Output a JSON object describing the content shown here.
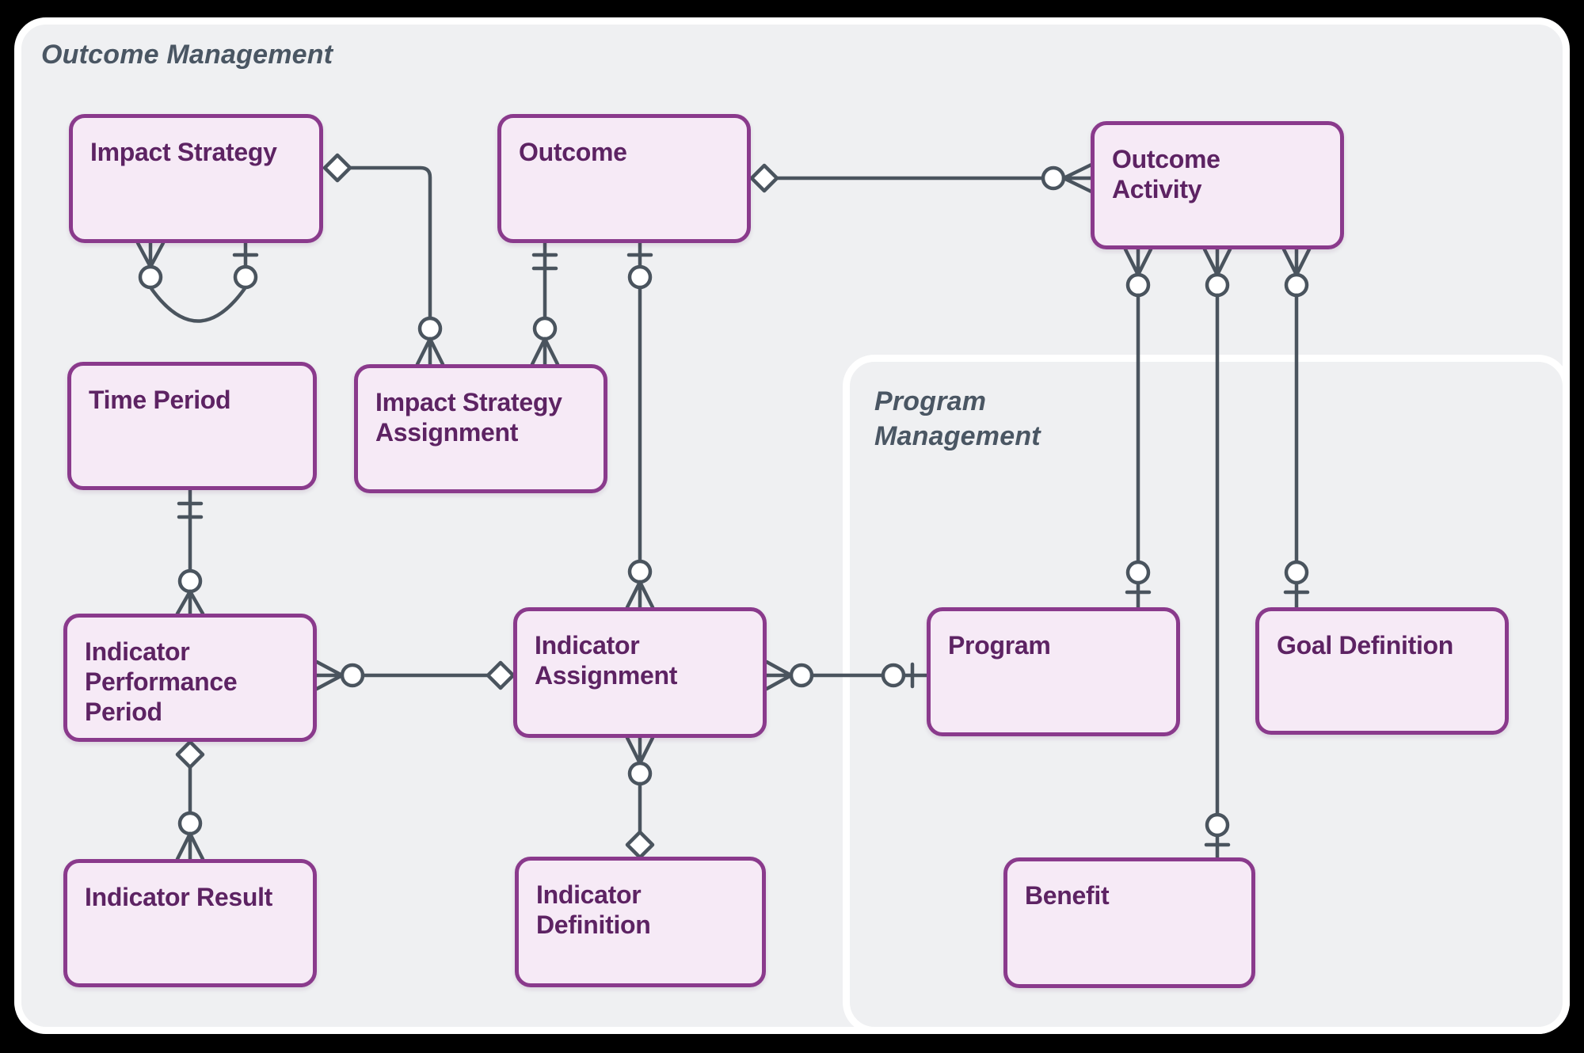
{
  "panels": {
    "outcome_management": {
      "label": "Outcome Management"
    },
    "program_management": {
      "label": "Program\nManagement"
    }
  },
  "entities": {
    "impact_strategy": {
      "label": "Impact Strategy"
    },
    "outcome": {
      "label": "Outcome"
    },
    "outcome_activity": {
      "label": "Outcome\nActivity"
    },
    "time_period": {
      "label": "Time Period"
    },
    "impact_strategy_assignment": {
      "label": "Impact Strategy\nAssignment"
    },
    "indicator_performance_period": {
      "label": "Indicator\nPerformance\nPeriod"
    },
    "indicator_assignment": {
      "label": "Indicator\nAssignment"
    },
    "program": {
      "label": "Program"
    },
    "goal_definition": {
      "label": "Goal Definition"
    },
    "indicator_result": {
      "label": "Indicator Result"
    },
    "indicator_definition": {
      "label": "Indicator\nDefinition"
    },
    "benefit": {
      "label": "Benefit"
    }
  },
  "relationships": [
    {
      "from": "Impact Strategy",
      "to": "Impact Strategy",
      "from_end": "zero-or-many",
      "to_end": "zero-or-one",
      "note": "self-relationship"
    },
    {
      "from": "Impact Strategy",
      "to": "Impact Strategy Assignment",
      "from_end": "aggregation-diamond",
      "to_end": "zero-or-many"
    },
    {
      "from": "Outcome",
      "to": "Impact Strategy Assignment",
      "from_end": "exactly-one",
      "to_end": "zero-or-many"
    },
    {
      "from": "Outcome",
      "to": "Indicator Assignment",
      "from_end": "zero-or-one",
      "to_end": "zero-or-many"
    },
    {
      "from": "Outcome",
      "to": "Outcome Activity",
      "from_end": "aggregation-diamond",
      "to_end": "zero-or-many"
    },
    {
      "from": "Outcome Activity",
      "to": "Program",
      "from_end": "zero-or-many",
      "to_end": "zero-or-one"
    },
    {
      "from": "Outcome Activity",
      "to": "Benefit",
      "from_end": "zero-or-many",
      "to_end": "zero-or-one"
    },
    {
      "from": "Outcome Activity",
      "to": "Goal Definition",
      "from_end": "zero-or-many",
      "to_end": "zero-or-one"
    },
    {
      "from": "Time Period",
      "to": "Indicator Performance Period",
      "from_end": "exactly-one",
      "to_end": "zero-or-many"
    },
    {
      "from": "Indicator Performance Period",
      "to": "Indicator Assignment",
      "from_end": "zero-or-many",
      "to_end": "aggregation-diamond"
    },
    {
      "from": "Indicator Assignment",
      "to": "Program",
      "from_end": "zero-or-many",
      "to_end": "zero-or-one"
    },
    {
      "from": "Indicator Performance Period",
      "to": "Indicator Result",
      "from_end": "aggregation-diamond",
      "to_end": "zero-or-many"
    },
    {
      "from": "Indicator Assignment",
      "to": "Indicator Definition",
      "from_end": "zero-or-many",
      "to_end": "aggregation-diamond"
    }
  ],
  "colors": {
    "frame": "#000000",
    "panel_fill": "#eff0f2",
    "panel_border": "#ffffff",
    "entity_fill": "#f6eaf6",
    "entity_border": "#8a3a8c",
    "entity_text": "#5d2363",
    "connector": "#4a545e",
    "panel_title_text": "#4a5663"
  }
}
